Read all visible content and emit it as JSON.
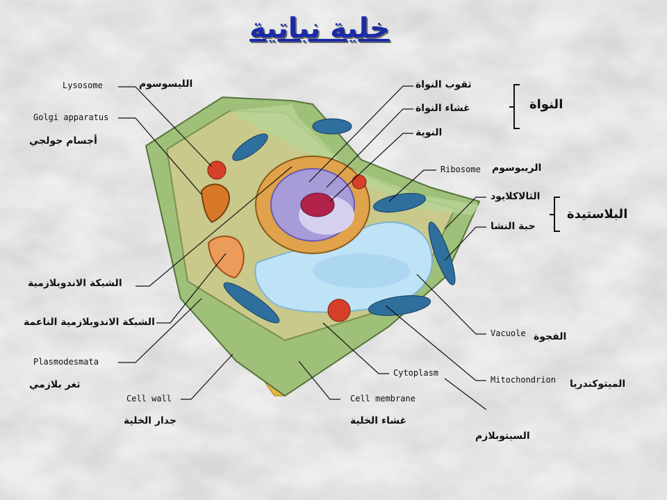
{
  "title": "خلية نباتية",
  "labels": {
    "lysosome_en": "Lysosome",
    "lysosome_ar": "الليسوسوم",
    "golgi_en": "Golgi apparatus",
    "golgi_ar": "أجسام جولجي",
    "rough_er_ar": "الشبكة الاندوبلازمية",
    "smooth_er_ar": "الشبكة الاندوبلازمية الناعمة",
    "plasmodesmata_en": "Plasmodesmata",
    "plasmodesmata_ar": "ثغر بلازمي",
    "cell_wall_en": "Cell wall",
    "cell_wall_ar": "جدار الخلية",
    "cell_membrane_en": "Cell membrane",
    "cell_membrane_ar": "غشاء الخلية",
    "cytoplasm_en": "Cytoplasm",
    "cytoplasm_ar": "السيتوبلازم",
    "mitochondrion_en": "Mitochondrion",
    "mitochondrion_ar": "الميتوكندريا",
    "vacuole_en": "Vacuole",
    "vacuole_ar": "الفجوة",
    "ribosome_en": "Ribosome",
    "ribosome_ar": "الريبوسوم",
    "nuclear_pore_ar": "ثقوب النواة",
    "nuclear_membrane_ar": "غشاء النواة",
    "nucleolus_ar": "النوية",
    "nucleus_group_ar": "النواة",
    "thylakoid_ar": "الثالاكلايود",
    "starch_grain_ar": "حبة النشا",
    "plastid_group_ar": "البلاستيدة"
  },
  "colors": {
    "title": "#1a2aa8",
    "cell_wall": "#a9c77c",
    "cytoplasm": "#c7c98a",
    "vacuole": "#bfe3f6",
    "nucleus": "#a79bd8",
    "nucleolus": "#b0224a",
    "mitochondria": "#2f6f9e",
    "golgi": "#d8792a",
    "lysosome": "#d6402a",
    "cell_base": "#e6b43c"
  }
}
